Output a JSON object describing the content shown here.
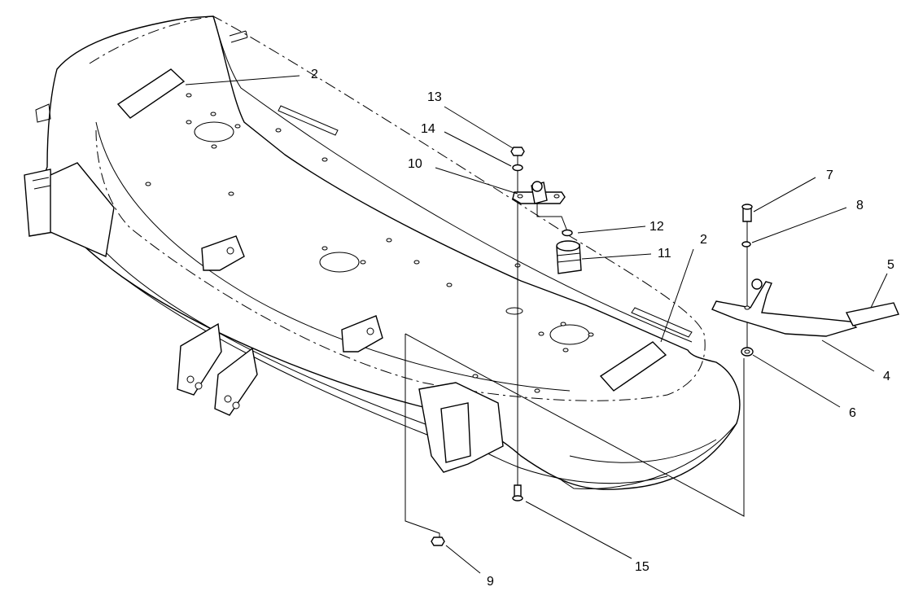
{
  "diagram": {
    "callouts": [
      {
        "id": "c2a",
        "text": "2"
      },
      {
        "id": "c13",
        "text": "13"
      },
      {
        "id": "c14",
        "text": "14"
      },
      {
        "id": "c10",
        "text": "10"
      },
      {
        "id": "c12",
        "text": "12"
      },
      {
        "id": "c11",
        "text": "11"
      },
      {
        "id": "c2b",
        "text": "2"
      },
      {
        "id": "c7",
        "text": "7"
      },
      {
        "id": "c8",
        "text": "8"
      },
      {
        "id": "c5",
        "text": "5"
      },
      {
        "id": "c4",
        "text": "4"
      },
      {
        "id": "c6",
        "text": "6"
      },
      {
        "id": "c15",
        "text": "15"
      },
      {
        "id": "c9",
        "text": "9"
      }
    ]
  }
}
